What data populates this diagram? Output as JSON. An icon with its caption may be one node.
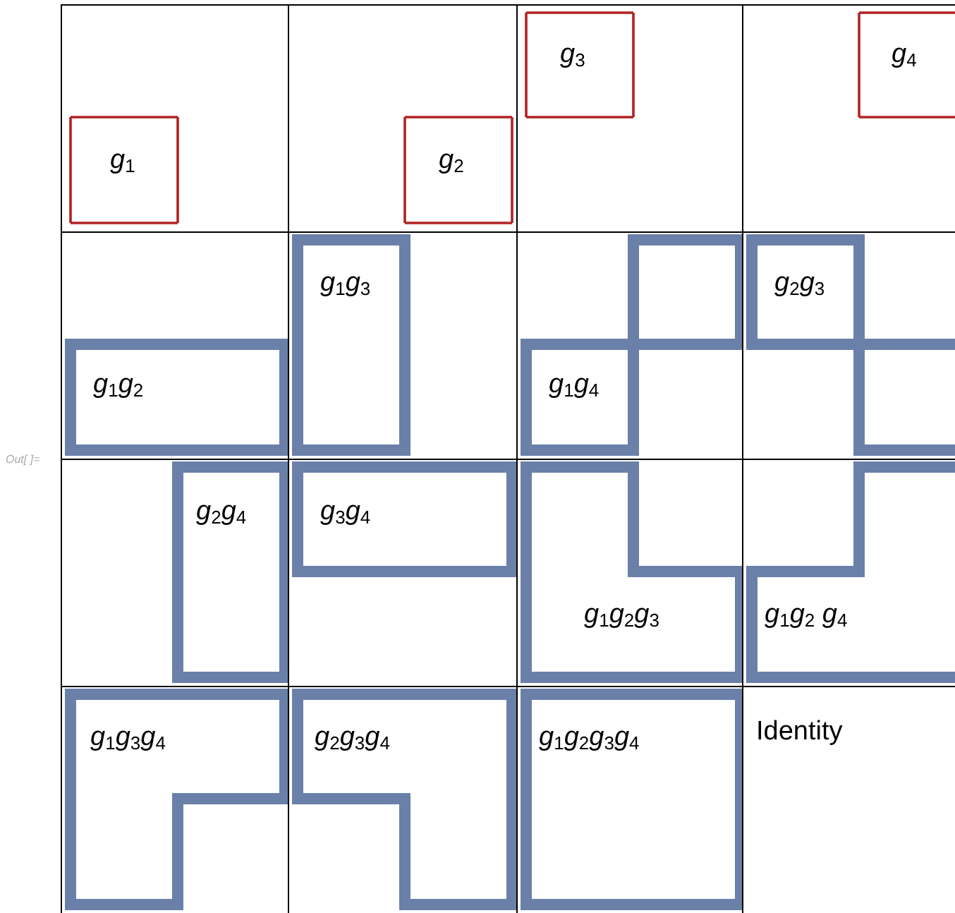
{
  "diagram": {
    "nodes": [
      {
        "text": [
          "*g*$_{1}$"
        ]
      },
      {
        "text": [
          "*g*$_{2}$"
        ]
      },
      {
        "text": [
          "*g*$_{3}$"
        ]
      },
      {
        "text": [
          "*g*$_{4}$"
        ]
      },
      {
        "text": [
          "*g*$_{1}$*g*$_{2}$"
        ]
      },
      {
        "text": [
          "*g*$_{1}$*g*$_{3}$"
        ]
      },
      {
        "text": [
          "*g*$_{1}$*g*$_{4}$"
        ]
      },
      {
        "text": [
          "*g*$_{2}$*g*$_{3}$"
        ]
      },
      {
        "text": [
          "*g*$_{2}$*g*$_{4}$"
        ]
      },
      {
        "text": [
          "*g*$_{3}$*g*$_{4}$"
        ]
      },
      {
        "text": [
          "*g*$_{1}$*g*$_{2}$*g*$_{3}$"
        ]
      },
      {
        "text": [
          "*g*$_{1}$*g*$_{2}$ *g*$_{4}$"
        ]
      },
      {
        "text": [
          "*g*$_{1}$*g*$_{3}$*g*$_{4}$"
        ]
      },
      {
        "text": [
          "*g*$_{2}$*g*$_{3}$*g*$_{4}$"
        ]
      },
      {
        "text": [
          "*g*$_{1}$*g*$_{2}$*g*$_{3}$*g*$_{4}$"
        ]
      },
      {
        "text": [
          "Identity"
        ]
      }
    ],
    "labels": [
      "Out[ ]="
    ]
  }
}
